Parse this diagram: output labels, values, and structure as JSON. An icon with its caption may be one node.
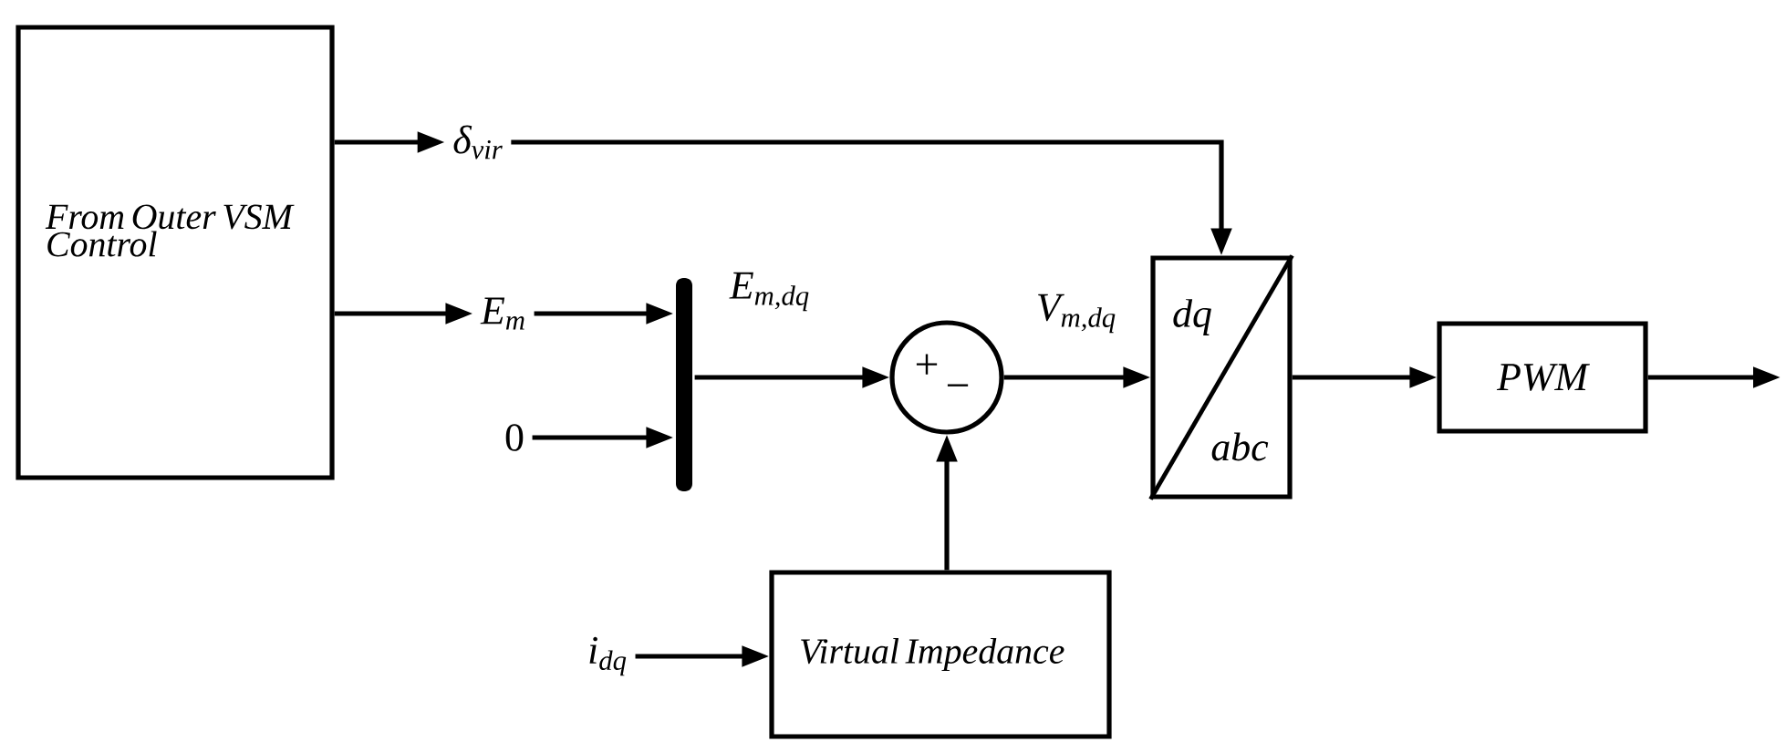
{
  "diagram": {
    "nodes": [
      {
        "text": [
          "From Outer VSM Control"
        ]
      },
      {
        "text": [
          "δ$_{vir}$"
        ]
      },
      {
        "text": [
          "E$_{m}$"
        ]
      },
      {
        "text": [
          "0"
        ]
      },
      {
        "text": [],
        "shape": "bar"
      },
      {
        "text": [
          "+",
          "−"
        ]
      },
      {
        "text": [
          "dq",
          "abc"
        ]
      },
      {
        "text": [
          "PWM"
        ]
      },
      {
        "text": [
          "Virtual Impedance"
        ]
      },
      {
        "text": [
          "i$_{dq}$"
        ]
      }
    ],
    "edges": [
      {
        "from": 0,
        "to": 1,
        "arrow": "to"
      },
      {
        "from": 0,
        "to": 2,
        "arrow": "to"
      },
      {
        "from": 2,
        "to": 4,
        "arrow": "to"
      },
      {
        "from": 3,
        "to": 4,
        "arrow": "to"
      },
      {
        "from": 4,
        "to": 5,
        "arrow": "to",
        "label": "E$_{m,dq}$"
      },
      {
        "from": 1,
        "to": 6,
        "arrow": "to"
      },
      {
        "from": 5,
        "to": 6,
        "arrow": "to",
        "label": "V$_{m,dq}$"
      },
      {
        "from": 6,
        "to": 7,
        "arrow": "to"
      },
      {
        "from": 7,
        "to": null,
        "arrow": "to"
      },
      {
        "from": 9,
        "to": 8,
        "arrow": "to"
      },
      {
        "from": 8,
        "to": 5,
        "arrow": "to"
      }
    ]
  }
}
